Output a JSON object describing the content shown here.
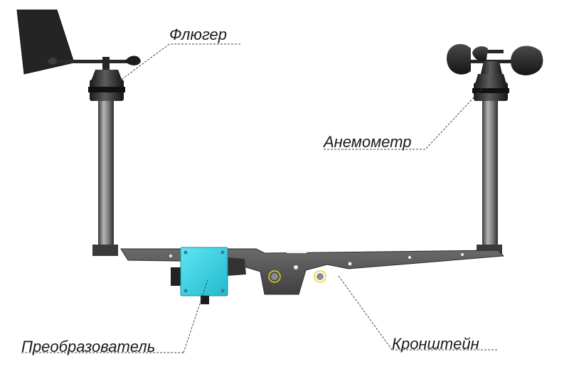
{
  "diagram": {
    "labels": {
      "wind_vane": "Флюгер",
      "anemometer": "Анемометр",
      "converter": "Преобразователь",
      "bracket": "Кронштейн"
    }
  },
  "colors": {
    "background": "#ffffff",
    "metal_dark": "#2b2b2b",
    "metal_mid": "#5a5a5a",
    "metal_light": "#9a9a9a",
    "converter_box": "#34d6e8",
    "bolt_ring": "#e6d21c",
    "leader_line": "#444444"
  }
}
